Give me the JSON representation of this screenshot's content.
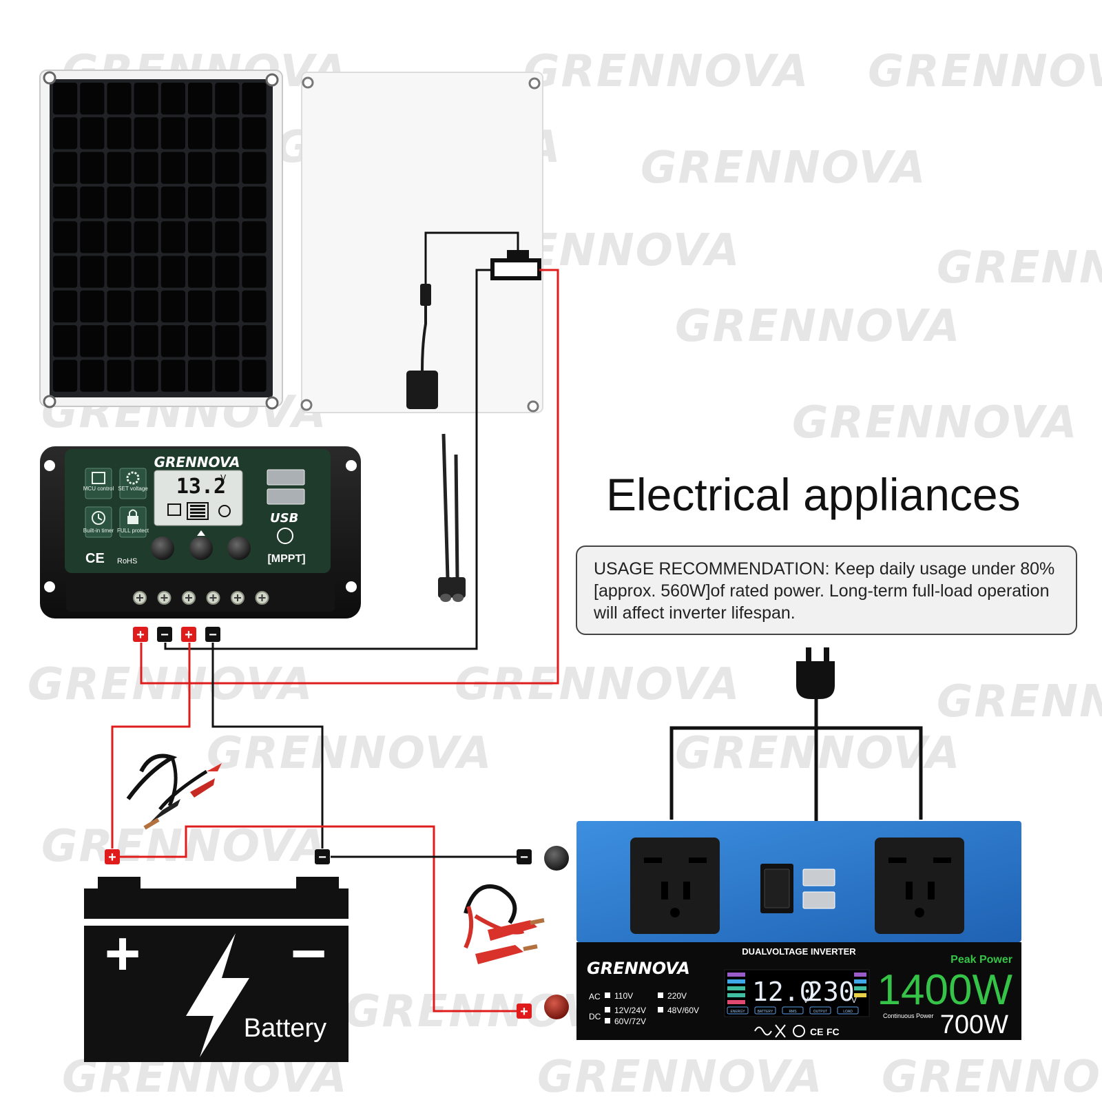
{
  "watermark": "GRENNOVA",
  "heading": "Electrical appliances",
  "usage_note": "USAGE RECOMMENDATION: Keep daily usage under 80% [approx. 560W]of rated power. Long-term full-load operation will affect inverter lifespan.",
  "controller": {
    "brand": "GRENNOVA",
    "display_value": "13.2",
    "display_unit": "V",
    "buttons": {
      "mcu": "MCU control",
      "set": "SET voltage",
      "timer": "Built-in timer",
      "protect": "FULL protect"
    },
    "usb_label": "USB",
    "mppt_label": "[MPPT]",
    "cert_ce": "CE",
    "cert_rohs": "RoHS"
  },
  "terminals": {
    "plus": "+",
    "minus": "−"
  },
  "battery": {
    "label": "Battery",
    "plus": "+",
    "minus": "−"
  },
  "inverter": {
    "brand": "GRENNOVA",
    "model": "DUALVOLTAGE INVERTER",
    "peak_label": "Peak Power",
    "peak_value": "1400W",
    "continuous_label": "Continuous Power",
    "continuous_value": "700W",
    "ac_label": "AC",
    "dc_label": "DC",
    "ac_options": [
      "110V",
      "220V"
    ],
    "dc_options": [
      "12V/24V",
      "48V/60V",
      "60V/72V"
    ],
    "display_in": "12.0",
    "display_out": "230",
    "display_unit": "V",
    "indicators": [
      "ENERGY",
      "BATTERY",
      "RMS",
      "OUTPUT",
      "LOAD"
    ],
    "certs": [
      "CE",
      "FC"
    ]
  },
  "colors": {
    "wire_red": "#e01b1b",
    "wire_black": "#111111",
    "inverter_blue": "#2f7fd0",
    "controller_green": "#1f3b2c",
    "accent_green": "#35c448"
  }
}
